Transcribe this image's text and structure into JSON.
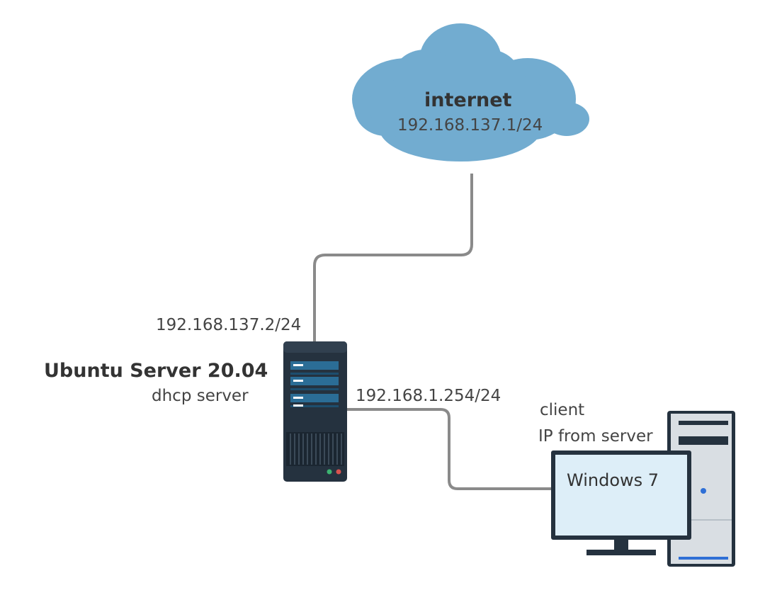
{
  "internet": {
    "title": "internet",
    "ip": "192.168.137.1/24"
  },
  "server": {
    "title": "Ubuntu Server 20.04",
    "role": "dhcp server",
    "wan_ip": "192.168.137.2/24",
    "lan_ip": "192.168.1.254/24"
  },
  "client": {
    "label": "client",
    "ip_note": "IP from server",
    "os": "Windows 7"
  },
  "colors": {
    "cloud": "#72acd0",
    "cable": "#8a8a8a",
    "server_body": "#25323f",
    "server_drive": "#2b6d96",
    "tower": "#d9dee3",
    "monitor_frame": "#25323f",
    "monitor_screen": "#ddeef8",
    "accent_blue": "#2f6fd6"
  }
}
